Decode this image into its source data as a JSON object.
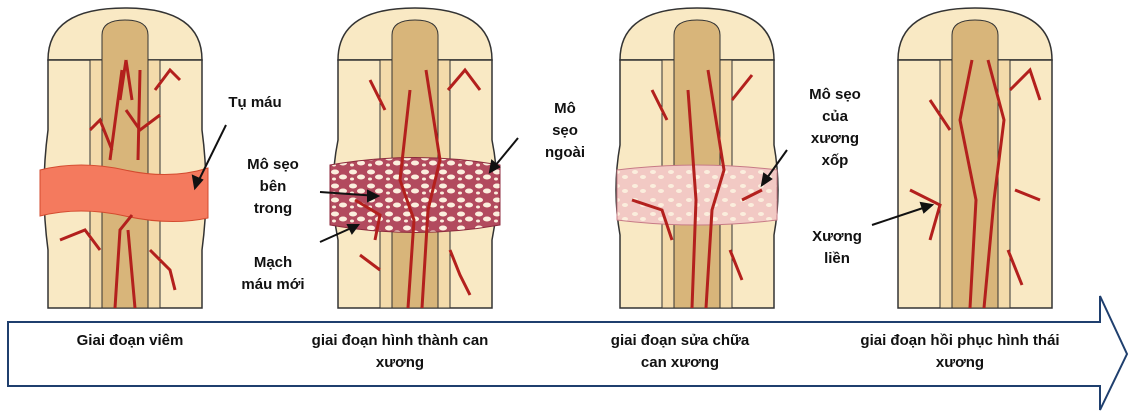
{
  "stages": [
    {
      "label": "Giai đoạn viêm",
      "color": "#f47a5e"
    },
    {
      "label": "giai đoạn hình thành can\nxương",
      "color": "#d4a1ab"
    },
    {
      "label": "giai đoạn sửa chữa\ncan xương",
      "color": "#f2c9c4"
    },
    {
      "label": "giai đoạn hồi phục hình thái\nxương",
      "color": "#f3e2c0"
    }
  ],
  "annotations": {
    "tu_mau": "Tụ máu",
    "mo_seo_ben_trong": "Mô sẹo\nbên\ntrong",
    "mach_mau_moi": "Mạch\nmáu mới",
    "mo_seo_ngoai": "Mô\nsẹo\nngoài",
    "mo_seo_xuong_xop": "Mô sẹo\ncủa\nxương\nxốp",
    "xuong_lien": "Xương\nliền"
  },
  "colors": {
    "bone_fill": "#f9e9c4",
    "bone_outline": "#333333",
    "marrow_fill": "#d8b57a",
    "vessel": "#b3201d",
    "hematoma": "#f47a5e",
    "callus": "#b24a5e",
    "arrow_outline": "#1f3f6e"
  }
}
